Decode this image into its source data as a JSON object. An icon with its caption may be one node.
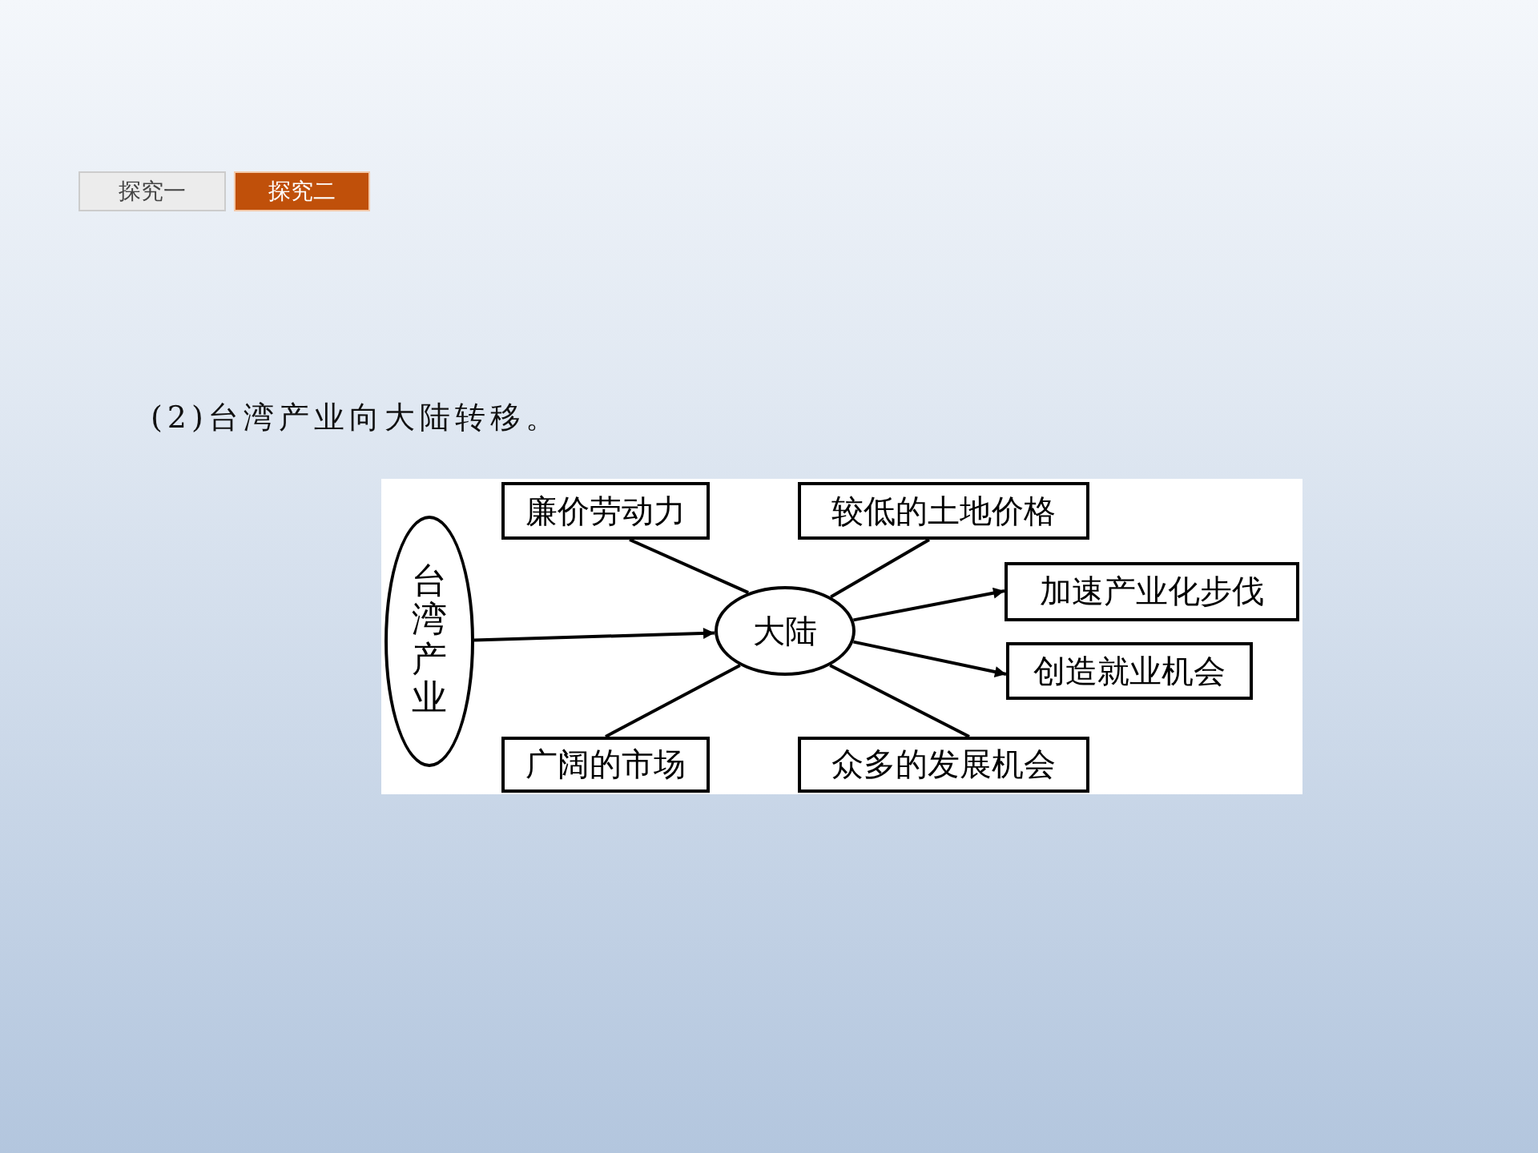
{
  "diagram": {
    "title": "(2)台湾产业向大陆转移。",
    "nodes": [
      {
        "text": [
          "台湾产业"
        ]
      },
      {
        "text": [
          "廉价劳动力"
        ]
      },
      {
        "text": [
          "较低的土地价格"
        ]
      },
      {
        "text": [
          "大陆"
        ]
      },
      {
        "text": [
          "加速产业化步伐"
        ]
      },
      {
        "text": [
          "创造就业机会"
        ]
      },
      {
        "text": [
          "广阔的市场"
        ]
      },
      {
        "text": [
          "众多的发展机会"
        ]
      }
    ],
    "edges": [
      {
        "from": 0,
        "to": 3,
        "arrow": "to"
      },
      {
        "from": 1,
        "to": 3,
        "arrow": "none"
      },
      {
        "from": 2,
        "to": 3,
        "arrow": "none"
      },
      {
        "from": 3,
        "to": 4,
        "arrow": "to"
      },
      {
        "from": 3,
        "to": 5,
        "arrow": "to"
      },
      {
        "from": 6,
        "to": 3,
        "arrow": "none"
      },
      {
        "from": 7,
        "to": 3,
        "arrow": "none"
      }
    ],
    "labels": [
      "探究一",
      "探究二"
    ]
  }
}
